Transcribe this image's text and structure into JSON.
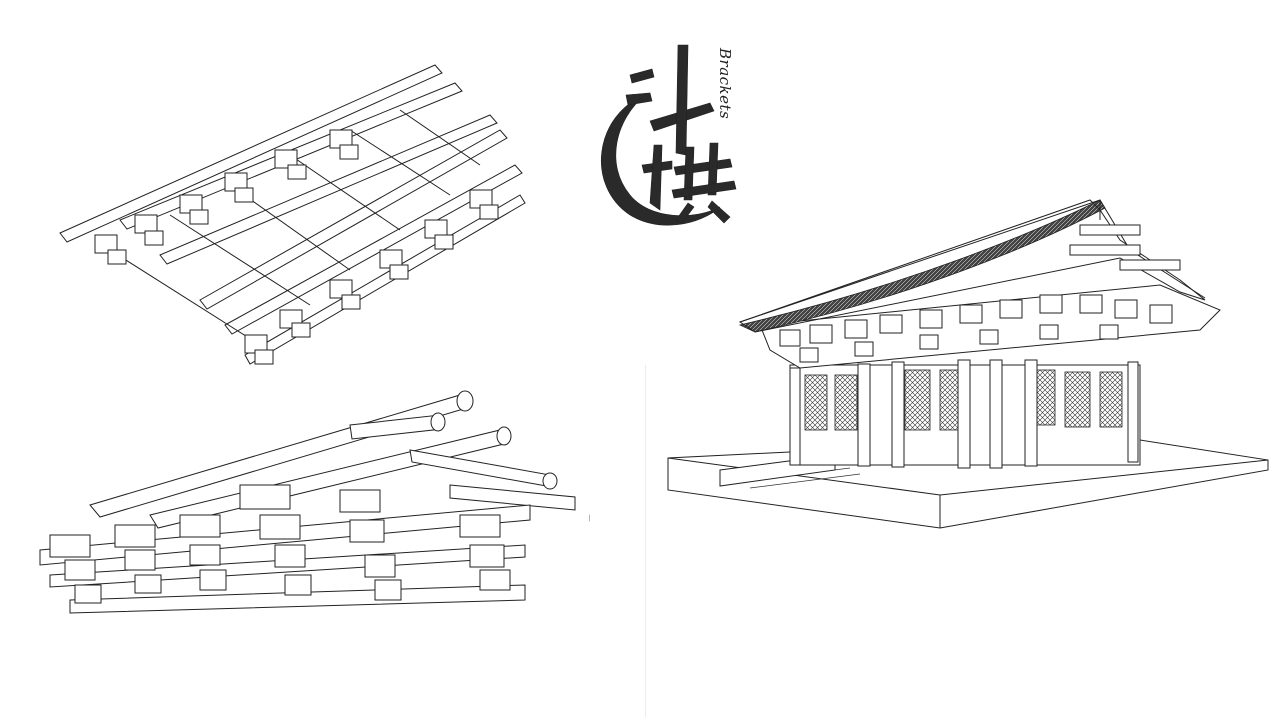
{
  "logo": {
    "chinese_text": "斗拱",
    "subtitle": "Brackets"
  },
  "drawings": {
    "plan_view": "bracket-set-top-view",
    "elevation": "bracket-set-side-view",
    "perspective": "hall-perspective"
  },
  "colors": {
    "ink": "#222222",
    "background": "#ffffff"
  }
}
